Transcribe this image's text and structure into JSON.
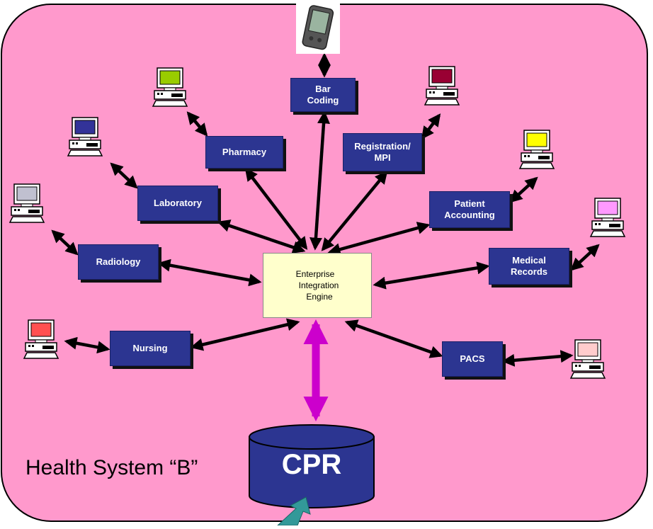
{
  "diagram": {
    "system_label": "Health System “B”",
    "database_label": "CPR",
    "engine": {
      "line1": "Enterprise",
      "line2": "Integration",
      "line3": "Engine"
    },
    "nodes": {
      "bar_coding": "Bar\nCoding",
      "pharmacy": "Pharmacy",
      "registration": "Registration/\nMPI",
      "laboratory": "Laboratory",
      "patient_accounting": "Patient\nAccounting",
      "radiology": "Radiology",
      "medical_records": "Medical\nRecords",
      "nursing": "Nursing",
      "pacs": "PACS"
    },
    "colors": {
      "background": "#ff99cc",
      "node_fill": "#2c3591",
      "engine_fill": "#ffffcc",
      "arrow": "#000000",
      "cpr_arrow": "#cc00cc",
      "incoming_arrow": "#339999"
    },
    "devices": [
      {
        "name": "handheld-device-icon"
      },
      {
        "name": "workstation-pharmacy-icon",
        "screen": "#99cc00"
      },
      {
        "name": "workstation-registration-icon",
        "screen": "#990033"
      },
      {
        "name": "workstation-laboratory-icon",
        "screen": "#333399"
      },
      {
        "name": "workstation-patient-accounting-icon",
        "screen": "#ffff00"
      },
      {
        "name": "workstation-radiology-icon",
        "screen": "#c0c0d0"
      },
      {
        "name": "workstation-medical-records-icon",
        "screen": "#ff99ff"
      },
      {
        "name": "workstation-nursing-icon",
        "screen": "#ff5050"
      },
      {
        "name": "workstation-pacs-icon",
        "screen": "#ffcccc"
      }
    ]
  }
}
